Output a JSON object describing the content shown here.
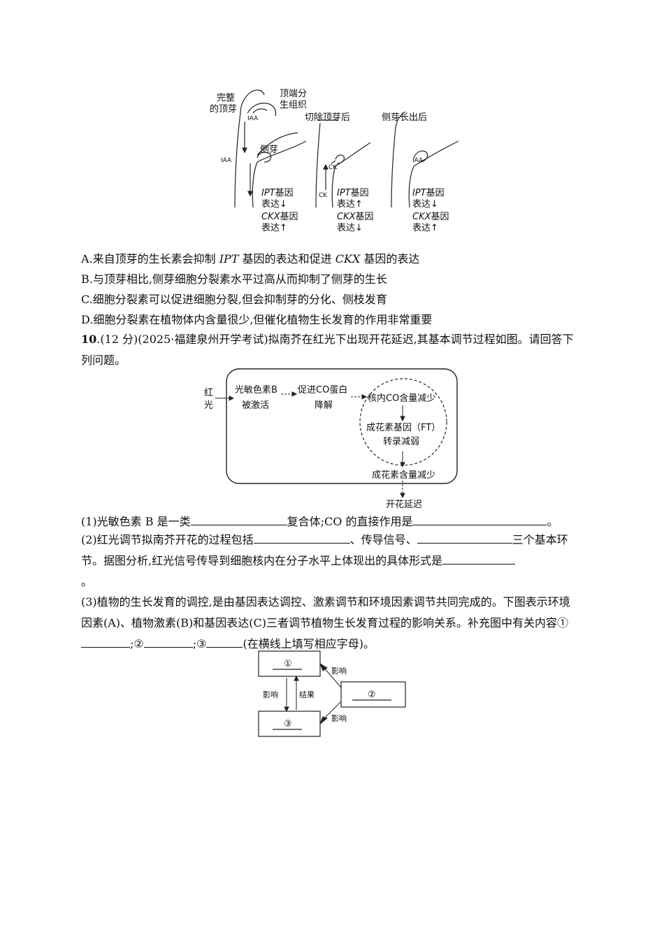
{
  "figure1": {
    "label_intact_bud_1": "完整",
    "label_intact_bud_2": "的顶芽",
    "label_apical_meristem_1": "顶端分",
    "label_apical_meristem_2": "生组织",
    "label_iaa": "IAA",
    "label_lateral_bud": "侧芽",
    "label_ck": "CK",
    "label_after_cut": "切除顶芽后",
    "label_after_lateral": "侧芽长出后",
    "ipt_gene": "IPT",
    "ckx_gene": "CKX",
    "gene_suffix": "基因",
    "expression": "表达",
    "arrow_down": "↓",
    "arrow_up": "↑"
  },
  "options": {
    "a_1": "A.来自顶芽的生长素会抑制 ",
    "a_ipt": "IPT",
    "a_2": " 基因的表达和促进 ",
    "a_ckx": "CKX",
    "a_3": " 基因的表达",
    "b": "B.与顶芽相比,侧芽细胞分裂素水平过高从而抑制了侧芽的生长",
    "c": "C.细胞分裂素可以促进细胞分裂,但会抑制芽的分化、侧枝发育",
    "d": "D.细胞分裂素在植物体内含量很少,但催化植物生长发育的作用非常重要"
  },
  "question10": {
    "number": "10",
    "intro": ".(12 分)(2025·福建泉州开学考试)拟南芥在红光下出现开花延迟,其基本调节过程如图。请回答下列问题。"
  },
  "figure2": {
    "red_light_1": "红",
    "red_light_2": "光",
    "photoreceptor_1": "光敏色素B",
    "photoreceptor_2": "被激活",
    "co_degrade_1": "促进CO蛋白",
    "co_degrade_2": "降解",
    "nucleus_co": "核内CO含量减少",
    "ft_gene_1": "成花素基因（FT）",
    "ft_gene_2": "转录减弱",
    "florigen": "成花素含量减少",
    "delay": "开花延迟"
  },
  "sub1": {
    "part1": "(1)光敏色素 B 是一类",
    "part2": "复合体;CO 的直接作用是",
    "part3": "。"
  },
  "sub2": {
    "part1": "(2)红光调节拟南芥开花的过程包括",
    "part2": "、传导信号、",
    "part3": "三个基本环节。据图分析,红光信号传导到细胞核内在分子水平上体现出的具体形式是",
    "part4": "。"
  },
  "sub3": {
    "part1": "(3)植物的生长发育的调控,是由基因表达调控、激素调节和环境因素调节共同完成的。下图表示环境因素(A)、植物激素(B)和基因表达(C)三者调节植物生长发育过程的影响关系。补充图中有关内容①",
    "sep1": ";②",
    "sep2": ";③",
    "part2": "(在横线上填写相应字母)。"
  },
  "figure3": {
    "box1": "①",
    "box2": "②",
    "box3": "③",
    "influence": "影响",
    "result": "结果"
  }
}
